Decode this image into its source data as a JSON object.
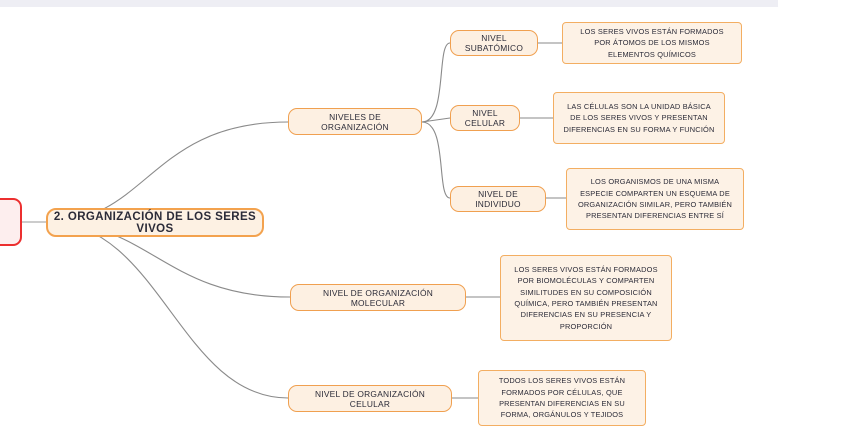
{
  "canvas": {
    "background_color": "#ffffff",
    "top_band_color": "#eeeef4",
    "node_fill": "#fdf0e2",
    "node_border": "#f0a050",
    "partial_node_fill": "#fdeeee",
    "partial_node_border": "#ec2f2f",
    "edge_color": "#8a8a8a"
  },
  "mindmap": {
    "partial_node": {
      "label": ""
    },
    "root": {
      "label": "2. ORGANIZACIÓN DE LOS SERES VIVOS"
    },
    "branches": [
      {
        "label": "NIVELES DE ORGANIZACIÓN",
        "children": [
          {
            "label": "NIVEL SUBATÓMICO",
            "detail": "LOS SERES VIVOS ESTÁN FORMADOS POR ÁTOMOS DE LOS MISMOS ELEMENTOS QUÍMICOS"
          },
          {
            "label": "NIVEL CELULAR",
            "detail": "LAS CÉLULAS SON LA UNIDAD BÁSICA DE LOS SERES VIVOS Y PRESENTAN DIFERENCIAS EN SU FORMA Y FUNCIÓN"
          },
          {
            "label": "NIVEL DE INDIVIDUO",
            "detail": "LOS ORGANISMOS DE UNA MISMA ESPECIE COMPARTEN UN ESQUEMA DE ORGANIZACIÓN SIMILAR, PERO TAMBIÉN PRESENTAN DIFERENCIAS ENTRE SÍ"
          }
        ]
      },
      {
        "label": "NIVEL DE ORGANIZACIÓN MOLECULAR",
        "children": [
          {
            "label": "",
            "detail": "LOS SERES VIVOS ESTÁN FORMADOS POR BIOMOLÉCULAS Y COMPARTEN SIMILITUDES EN SU COMPOSICIÓN QUÍMICA, PERO TAMBIÉN PRESENTAN DIFERENCIAS EN SU PRESENCIA Y PROPORCIÓN"
          }
        ]
      },
      {
        "label": "NIVEL DE ORGANIZACIÓN CELULAR",
        "children": [
          {
            "label": "",
            "detail": "TODOS LOS SERES VIVOS ESTÁN FORMADOS POR CÉLULAS, QUE PRESENTAN DIFERENCIAS EN SU FORMA, ORGÁNULOS Y TEJIDOS"
          }
        ]
      }
    ]
  }
}
